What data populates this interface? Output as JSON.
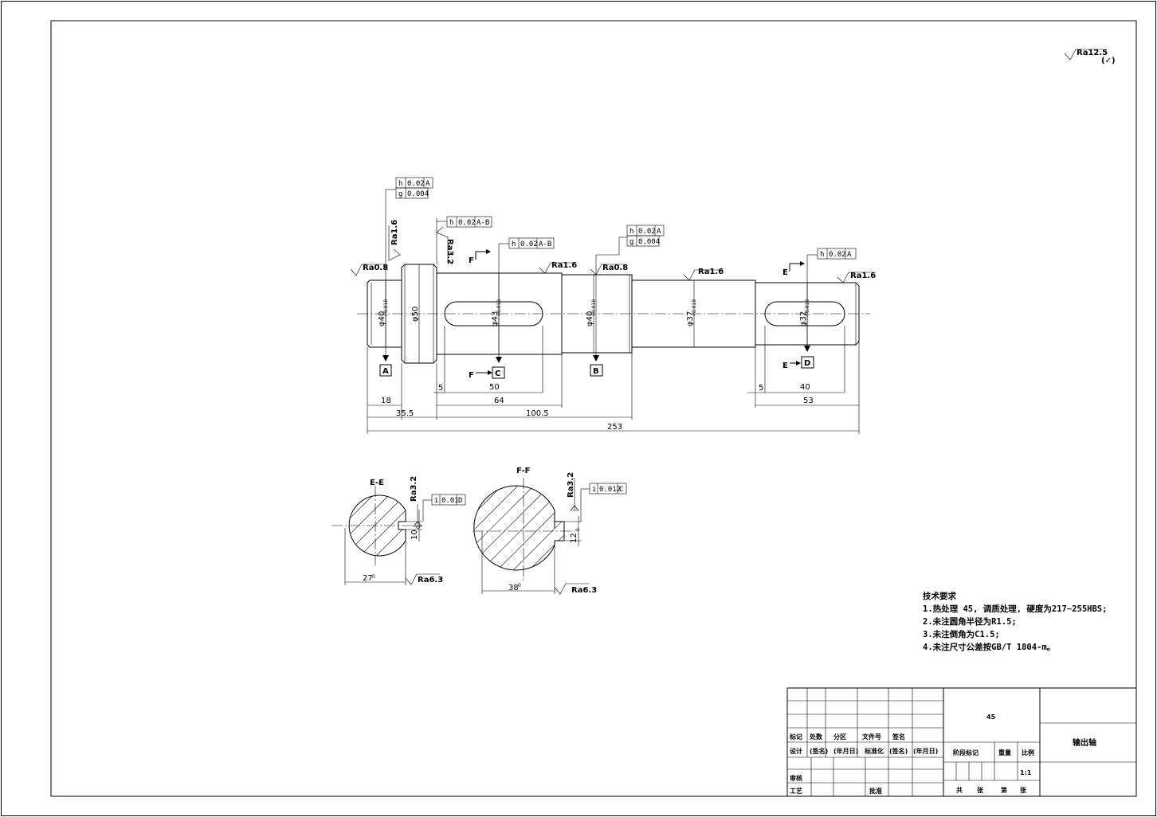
{
  "surface_top": {
    "label": "Ra12.5",
    "paren": "(✓)"
  },
  "tolerances": {
    "shaft_left_1": {
      "sym": "h",
      "val": "0.02",
      "ref": "A"
    },
    "shaft_left_2": {
      "sym": "g",
      "val": "0.004"
    },
    "shoulder": {
      "sym": "h",
      "val": "0.02",
      "ref": "A-B"
    },
    "keyway_f": {
      "sym": "h",
      "val": "0.02",
      "ref": "A-B"
    },
    "bearing_b_1": {
      "sym": "h",
      "val": "0.02",
      "ref": "A"
    },
    "bearing_b_2": {
      "sym": "g",
      "val": "0.004"
    },
    "keyway_e": {
      "sym": "h",
      "val": "0.02",
      "ref": "A"
    },
    "section_e": {
      "sym": "i",
      "val": "0.01",
      "ref": "D"
    },
    "section_f": {
      "sym": "i",
      "val": "0.012",
      "ref": "C"
    }
  },
  "roughness": {
    "r1": "Ra0.8",
    "r2": "Ra1.6",
    "r3": "Ra3.2",
    "r4": "Ra1.6",
    "r5": "Ra0.8",
    "r6": "Ra1.6",
    "r7": "Ra1.6",
    "se1": "Ra3.2",
    "se2": "Ra6.3",
    "sf1": "Ra3.2",
    "sf2": "Ra6.3"
  },
  "datums": {
    "a": "A",
    "b": "B",
    "c": "C",
    "d": "D"
  },
  "section_marks": {
    "f": "F",
    "e": "E"
  },
  "diameters": {
    "d1": "φ40",
    "d1_tol": "+0.018\n+0.002",
    "d2": "φ50",
    "d3": "φ43",
    "d3_tol": "+0.018\n+0.002",
    "d4": "φ40",
    "d4_tol": "+0.018\n+0.002",
    "d5": "φ37",
    "d5_tol": "+0.018\n+0.002",
    "d6": "φ32",
    "d6_tol": "+0.018\n+0.002"
  },
  "dims": {
    "d18": "18",
    "d355": "35.5",
    "d5a": "5",
    "d50": "50",
    "d64": "64",
    "d1005": "100.5",
    "d253": "253",
    "d5b": "5",
    "d40": "40",
    "d53": "53"
  },
  "sections": {
    "ee_title": "E-E",
    "ee_w": "10",
    "ee_w_tol": "0\n-0.036",
    "ee_d": "27",
    "ee_d_tol": "0\n-0.200",
    "ff_title": "F-F",
    "ff_w": "12",
    "ff_w_tol": "0\n-0.043",
    "ff_d": "38",
    "ff_d_tol": "0\n-0.200"
  },
  "notes": {
    "title": "技术要求",
    "n1": "1.热处理 45, 调质处理, 硬度为217~255HBS;",
    "n2": "2.未注圆角半径为R1.5;",
    "n3": "3.未注倒角为C1.5;",
    "n4": "4.未注尺寸公差按GB/T 1804-m。"
  },
  "title_block": {
    "material": "45",
    "part_name": "输出轴",
    "h_mark": "标记",
    "h_count": "处数",
    "h_zone": "分区",
    "h_doc": "文件号",
    "h_sign": "签名",
    "r_design": "设计",
    "r_sign1": "(签名)",
    "r_date1": "(年月日)",
    "r_std": "标准化",
    "r_sign2": "(签名)",
    "r_date2": "(年月日)",
    "r_review": "审核",
    "r_process": "工艺",
    "r_approve": "批准",
    "stage": "阶段标记",
    "weight": "重量",
    "scale": "比例",
    "scale_val": "1:1",
    "total": "共",
    "sheets": "张",
    "number": "第",
    "sheet": "张"
  }
}
